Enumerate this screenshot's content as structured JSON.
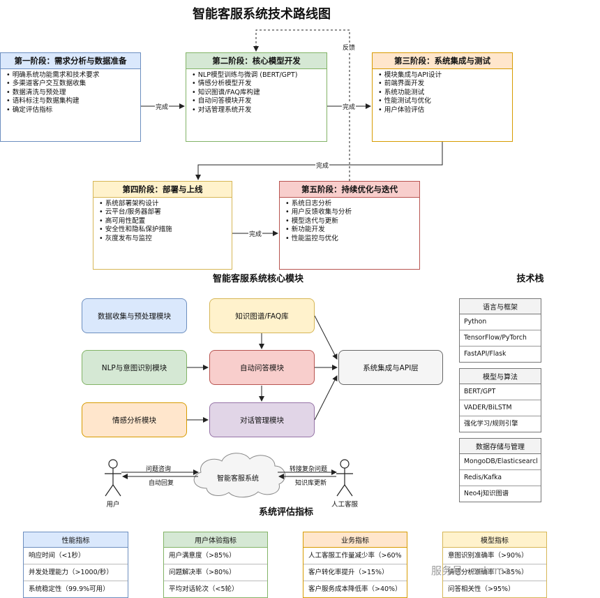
{
  "title": "智能客服系统技术路线图",
  "stages": [
    {
      "title": "第一阶段：需求分析与数据准备",
      "items": [
        "明确系统功能需求和技术要求",
        "多渠道客户交互数据收集",
        "数据清洗与预处理",
        "语料标注与数据集构建",
        "确定评估指标"
      ],
      "border": "#6c8ebf",
      "fill": "#dae8fc"
    },
    {
      "title": "第二阶段：核心模型开发",
      "items": [
        "NLP模型训练与微调 (BERT/GPT)",
        "情感分析模型开发",
        "知识图谱/FAQ库构建",
        "自动问答模块开发",
        "对话管理系统开发"
      ],
      "border": "#82b366",
      "fill": "#d5e8d4"
    },
    {
      "title": "第三阶段：系统集成与测试",
      "items": [
        "模块集成与API设计",
        "前端界面开发",
        "系统功能测试",
        "性能测试与优化",
        "用户体验评估"
      ],
      "border": "#d79b00",
      "fill": "#ffe6cc"
    },
    {
      "title": "第四阶段：部署与上线",
      "items": [
        "系统部署架构设计",
        "云平台/服务器部署",
        "高可用性配置",
        "安全性和隐私保护措施",
        "灰度发布与监控"
      ],
      "border": "#d6b656",
      "fill": "#fff2cc"
    },
    {
      "title": "第五阶段：持续优化与迭代",
      "items": [
        "系统日志分析",
        "用户反馈收集与分析",
        "模型迭代与更新",
        "新功能开发",
        "性能监控与优化"
      ],
      "border": "#b85450",
      "fill": "#f8cecc"
    }
  ],
  "flow_labels": {
    "done1": "完成",
    "done2": "完成",
    "done3": "完成",
    "done4": "完成",
    "feedback": "反馈"
  },
  "modules_title": "智能客服系统核心模块",
  "modules": {
    "data": {
      "label": "数据收集与预处理模块",
      "fill": "#dae8fc",
      "border": "#6c8ebf"
    },
    "kg": {
      "label": "知识图谱/FAQ库",
      "fill": "#fff2cc",
      "border": "#d6b656"
    },
    "nlp": {
      "label": "NLP与意图识别模块",
      "fill": "#d5e8d4",
      "border": "#82b366"
    },
    "qa": {
      "label": "自动问答模块",
      "fill": "#f8cecc",
      "border": "#b85450"
    },
    "api": {
      "label": "系统集成与API层",
      "fill": "#f5f5f5",
      "border": "#666666"
    },
    "sentiment": {
      "label": "情感分析模块",
      "fill": "#ffe6cc",
      "border": "#d79b00"
    },
    "dialog": {
      "label": "对话管理模块",
      "fill": "#e1d5e7",
      "border": "#9673a6"
    }
  },
  "tech_title": "技术栈",
  "tech": [
    {
      "title": "语言与框架",
      "items": [
        "Python",
        "TensorFlow/PyTorch",
        "FastAPI/Flask"
      ]
    },
    {
      "title": "模型与算法",
      "items": [
        "BERT/GPT",
        "VADER/BiLSTM",
        "强化学习/规则引擎"
      ]
    },
    {
      "title": "数据存储与管理",
      "items": [
        "MongoDB/Elasticsearcl",
        "Redis/Kafka",
        "Neo4j知识图谱"
      ]
    }
  ],
  "interaction": {
    "user": "用户",
    "agent": "人工客服",
    "cloud": "智能客服系统",
    "ask": "问题咨询",
    "reply": "自动回复",
    "transfer": "转接复杂问题",
    "update": "知识库更新"
  },
  "metrics_title": "系统评估指标",
  "metrics": [
    {
      "title": "性能指标",
      "items": [
        "响应时间（<1秒）",
        "并发处理能力（>1000/秒）",
        "系统稳定性（99.9%可用）"
      ],
      "fill": "#dae8fc",
      "border": "#6c8ebf"
    },
    {
      "title": "用户体验指标",
      "items": [
        "用户满意度（>85%）",
        "问题解决率（>80%）",
        "平均对话轮次（<5轮）"
      ],
      "fill": "#d5e8d4",
      "border": "#82b366"
    },
    {
      "title": "业务指标",
      "items": [
        "人工客服工作量减少率（>60%",
        "客户转化率提升（>15%）",
        "客户服务成本降低率（>40%）"
      ],
      "fill": "#ffe6cc",
      "border": "#d79b00"
    },
    {
      "title": "模型指标",
      "items": [
        "意图识别准确率（>90%）",
        "情感分析准确率（>85%）",
        "问答相关性（>95%）"
      ],
      "fill": "#fff2cc",
      "border": "#d6b656"
    }
  ],
  "watermark": "服务号 · szhrma"
}
